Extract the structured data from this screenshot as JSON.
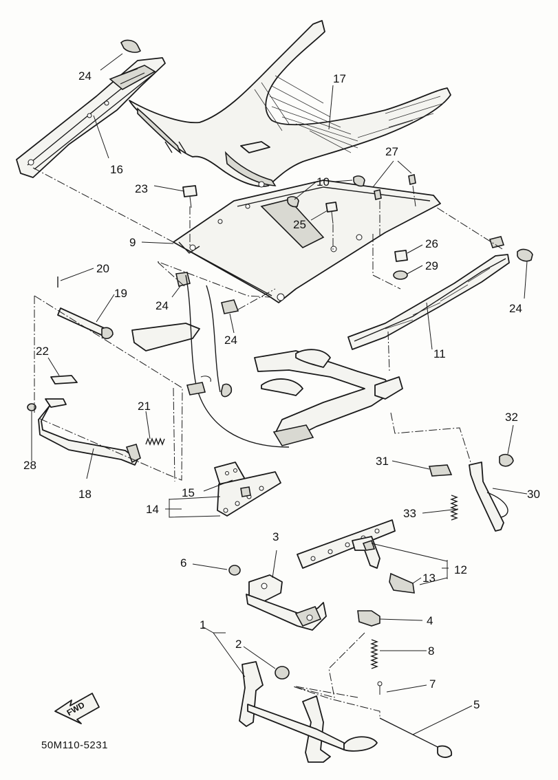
{
  "diagram_code": "50M110-5231",
  "fwd_label": "FWD",
  "callouts": [
    {
      "id": "c24a",
      "text": "24"
    },
    {
      "id": "c17",
      "text": "17"
    },
    {
      "id": "c16",
      "text": "16"
    },
    {
      "id": "c27",
      "text": "27"
    },
    {
      "id": "c23",
      "text": "23"
    },
    {
      "id": "c10",
      "text": "10"
    },
    {
      "id": "c25",
      "text": "25"
    },
    {
      "id": "c9",
      "text": "9"
    },
    {
      "id": "c26",
      "text": "26"
    },
    {
      "id": "c20",
      "text": "20"
    },
    {
      "id": "c29",
      "text": "29"
    },
    {
      "id": "c24b",
      "text": "24"
    },
    {
      "id": "c19",
      "text": "19"
    },
    {
      "id": "c24c",
      "text": "24"
    },
    {
      "id": "c24d",
      "text": "24"
    },
    {
      "id": "c22",
      "text": "22"
    },
    {
      "id": "c11",
      "text": "11"
    },
    {
      "id": "c21",
      "text": "21"
    },
    {
      "id": "c32",
      "text": "32"
    },
    {
      "id": "c28",
      "text": "28"
    },
    {
      "id": "c31",
      "text": "31"
    },
    {
      "id": "c15",
      "text": "15"
    },
    {
      "id": "c30",
      "text": "30"
    },
    {
      "id": "c18",
      "text": "18"
    },
    {
      "id": "c14",
      "text": "14"
    },
    {
      "id": "c33",
      "text": "33"
    },
    {
      "id": "c3",
      "text": "3"
    },
    {
      "id": "c6",
      "text": "6"
    },
    {
      "id": "c12",
      "text": "12"
    },
    {
      "id": "c13",
      "text": "13"
    },
    {
      "id": "c4",
      "text": "4"
    },
    {
      "id": "c1",
      "text": "1"
    },
    {
      "id": "c2",
      "text": "2"
    },
    {
      "id": "c8",
      "text": "8"
    },
    {
      "id": "c7",
      "text": "7"
    },
    {
      "id": "c5",
      "text": "5"
    }
  ]
}
